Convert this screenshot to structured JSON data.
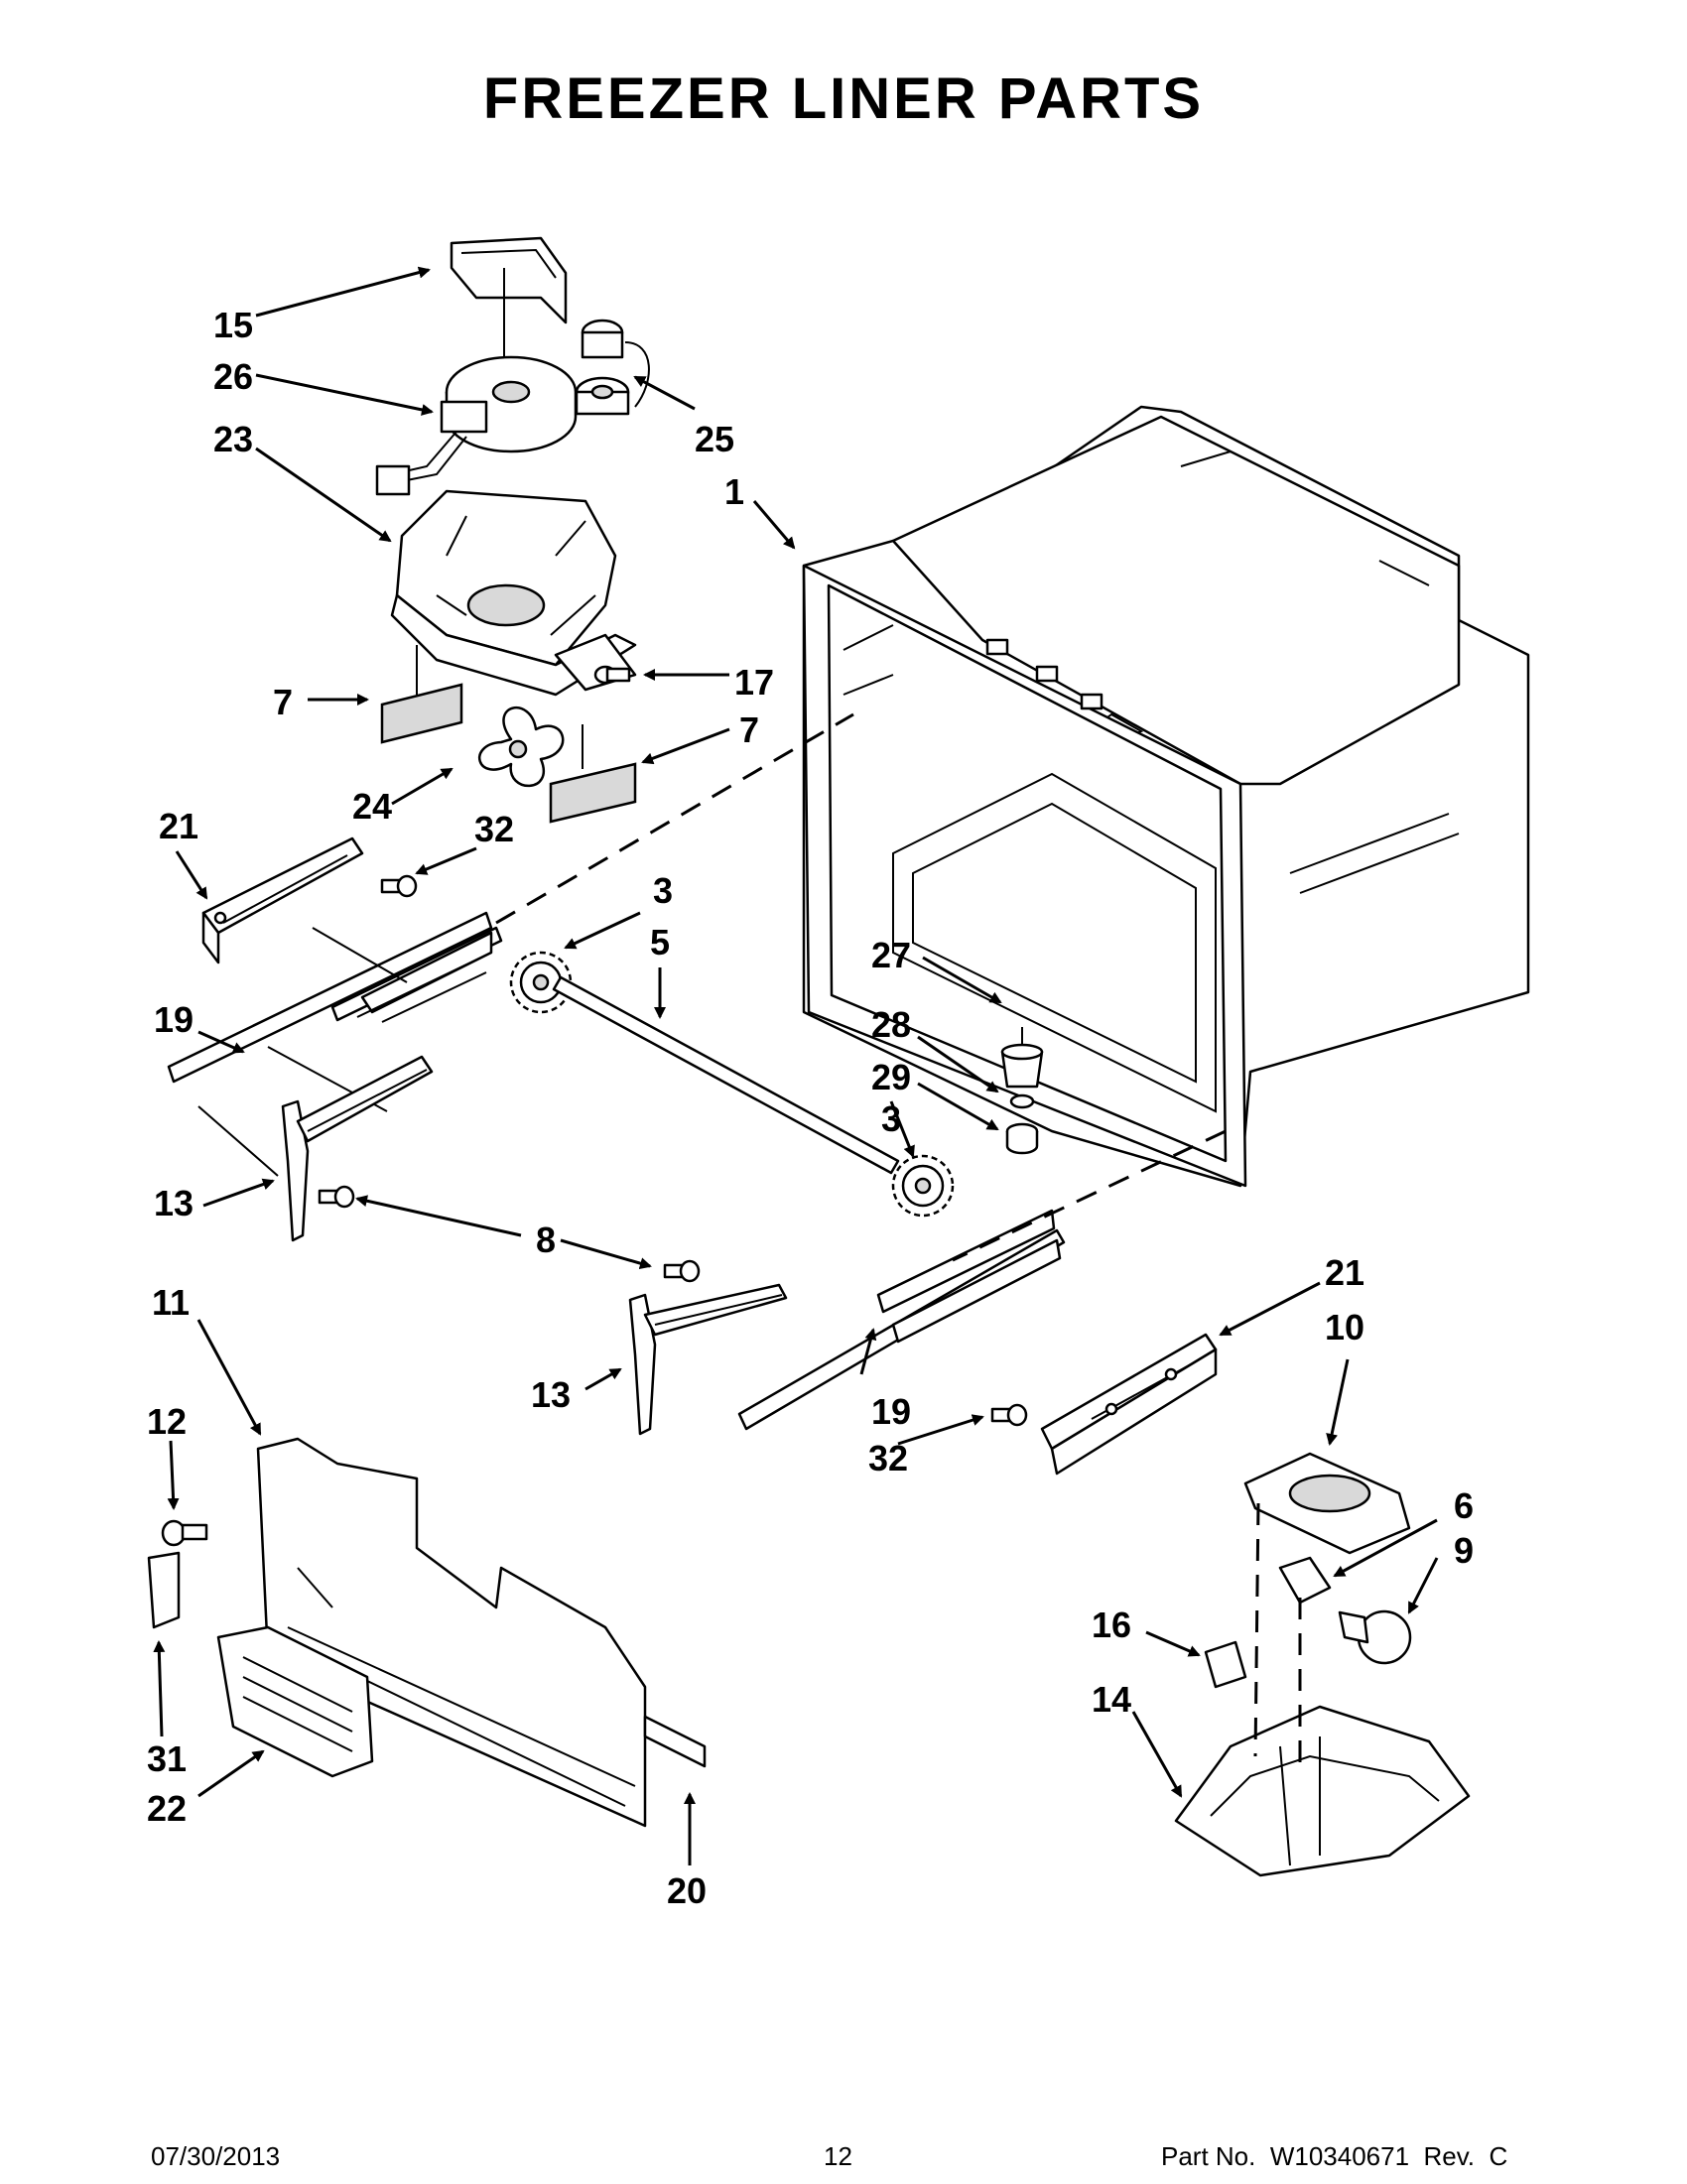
{
  "title": "FREEZER LINER PARTS",
  "footer": {
    "date": "07/30/2013",
    "page": "12",
    "part_no": "Part No.  W10340671  Rev.  C"
  },
  "callouts": {
    "c15": "15",
    "c26": "26",
    "c23": "23",
    "c25": "25",
    "c1": "1",
    "c7a": "7",
    "c17": "17",
    "c7b": "7",
    "c24": "24",
    "c21a": "21",
    "c32a": "32",
    "c3a": "3",
    "c5": "5",
    "c27": "27",
    "c28": "28",
    "c29": "29",
    "c3b": "3",
    "c19a": "19",
    "c13a": "13",
    "c8": "8",
    "c21b": "21",
    "c10": "10",
    "c11": "11",
    "c12": "12",
    "c13b": "13",
    "c19b": "19",
    "c32b": "32",
    "c6": "6",
    "c9": "9",
    "c16": "16",
    "c14": "14",
    "c31": "31",
    "c22": "22",
    "c20": "20"
  }
}
